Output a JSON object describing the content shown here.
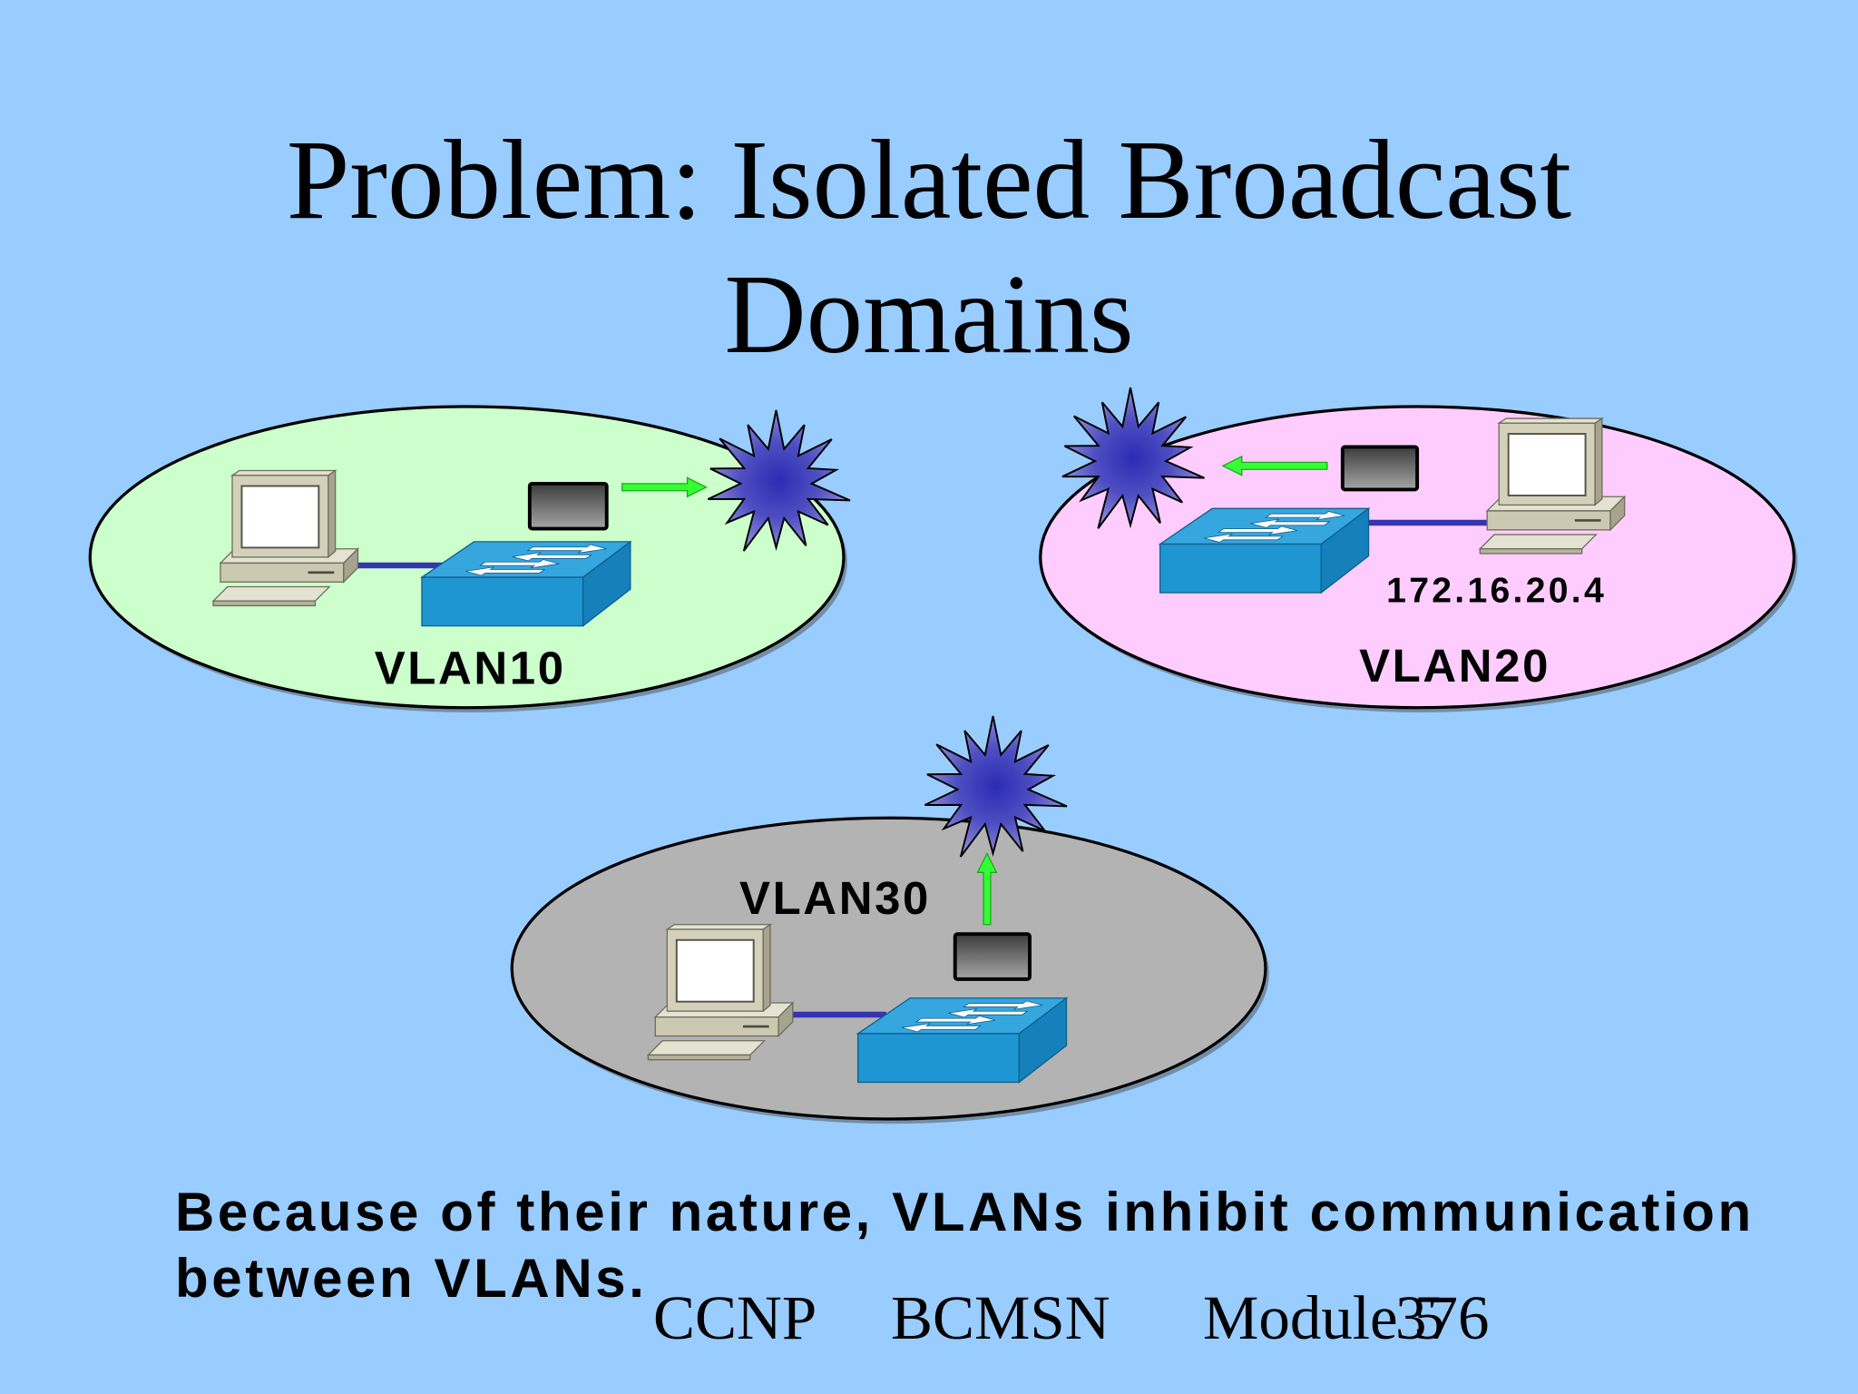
{
  "slide": {
    "title": "Problem: Isolated Broadcast Domains",
    "body_lines": [
      "Because of their nature, VLANs inhibit communication",
      "between VLANs."
    ],
    "footer": {
      "course": "CCNP",
      "exam": "BCMSN",
      "module": "Module 5",
      "slide_number": "376"
    }
  },
  "diagram": {
    "vlans": [
      {
        "label": "VLAN10",
        "fill_color": "#CCFFCC"
      },
      {
        "label": "VLAN20",
        "fill_color": "#FFCCFF",
        "host_address": "172.16.20.4"
      },
      {
        "label": "VLAN30",
        "fill_color": "#B3B3B3"
      }
    ]
  },
  "colors": {
    "background": "#99CCFF",
    "arrow": "#33FF33",
    "switch": "#1E96D2",
    "broadcast": "#3333BB"
  },
  "icons": [
    "pc-icon",
    "switch-icon",
    "frame-icon",
    "arrow-icon",
    "broadcast-burst-icon"
  ]
}
